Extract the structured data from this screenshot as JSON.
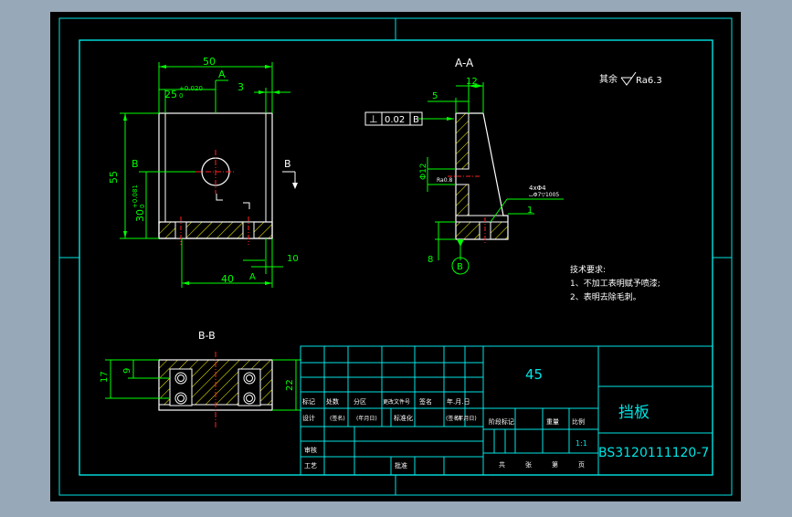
{
  "colors": {
    "background": "#97a8b9",
    "sheet": "#000000",
    "frame": "#00e5e5",
    "geometry": "#ffffff",
    "dimension": "#00ff00",
    "centerline": "#ff2020",
    "hatch": "#ffff00",
    "annotation": "#ffffff"
  },
  "views": {
    "main": {
      "dim_width": "50",
      "dim_slot": "25",
      "dim_slot_tol": "+0.020",
      "dim_slot_tol_lower": "0",
      "dim_a": "3",
      "dim_height": "55",
      "dim_center": "30",
      "dim_center_tol": "+0.081",
      "dim_center_tol_lower": "0",
      "dim_base": "40",
      "dim_offset": "10",
      "section_a": "A",
      "section_a_bottom": "A",
      "section_b": "B",
      "section_b_right": "B"
    },
    "section_aa": {
      "title": "A-A",
      "dim_top": "12",
      "dim_left": "5",
      "dim_bottom": "8",
      "dim_dia": "Φ12",
      "dim_one": "1",
      "tolerance_symbol": "⊥",
      "tolerance_value": "0.02",
      "tolerance_datum": "B",
      "datum_label": "B",
      "hole_note_1": "4xΦ4",
      "hole_note_2": "⌴Φ7▽1005",
      "rough_local": "Ra0.8"
    },
    "section_bb": {
      "title": "B-B",
      "dim_17": "17",
      "dim_9": "9",
      "dim_22": "22"
    }
  },
  "notes": {
    "surface": "其余",
    "surface_value": "Ra6.3",
    "tech_title": "技术要求:",
    "tech_1": "1、不加工表明赋予喷漆;",
    "tech_2": "2、表明去除毛刺。"
  },
  "title_block": {
    "material": "45",
    "part_name": "挡板",
    "drawing_no": "BS3120111120-7",
    "scale": "1:1",
    "row_labels": [
      "标记",
      "处数",
      "分区",
      "更改文件号",
      "签名",
      "年.月.日"
    ],
    "row_labels_2": [
      "设计",
      "(签名)",
      "(年月日)",
      "标准化",
      "(签名)",
      "(年月日)"
    ],
    "stage_labels": [
      "阶段标记",
      "重量",
      "比例"
    ],
    "bottom_labels": [
      "共",
      "张",
      "第",
      "页"
    ],
    "review": "审核",
    "process": "工艺",
    "approve": "批准"
  }
}
